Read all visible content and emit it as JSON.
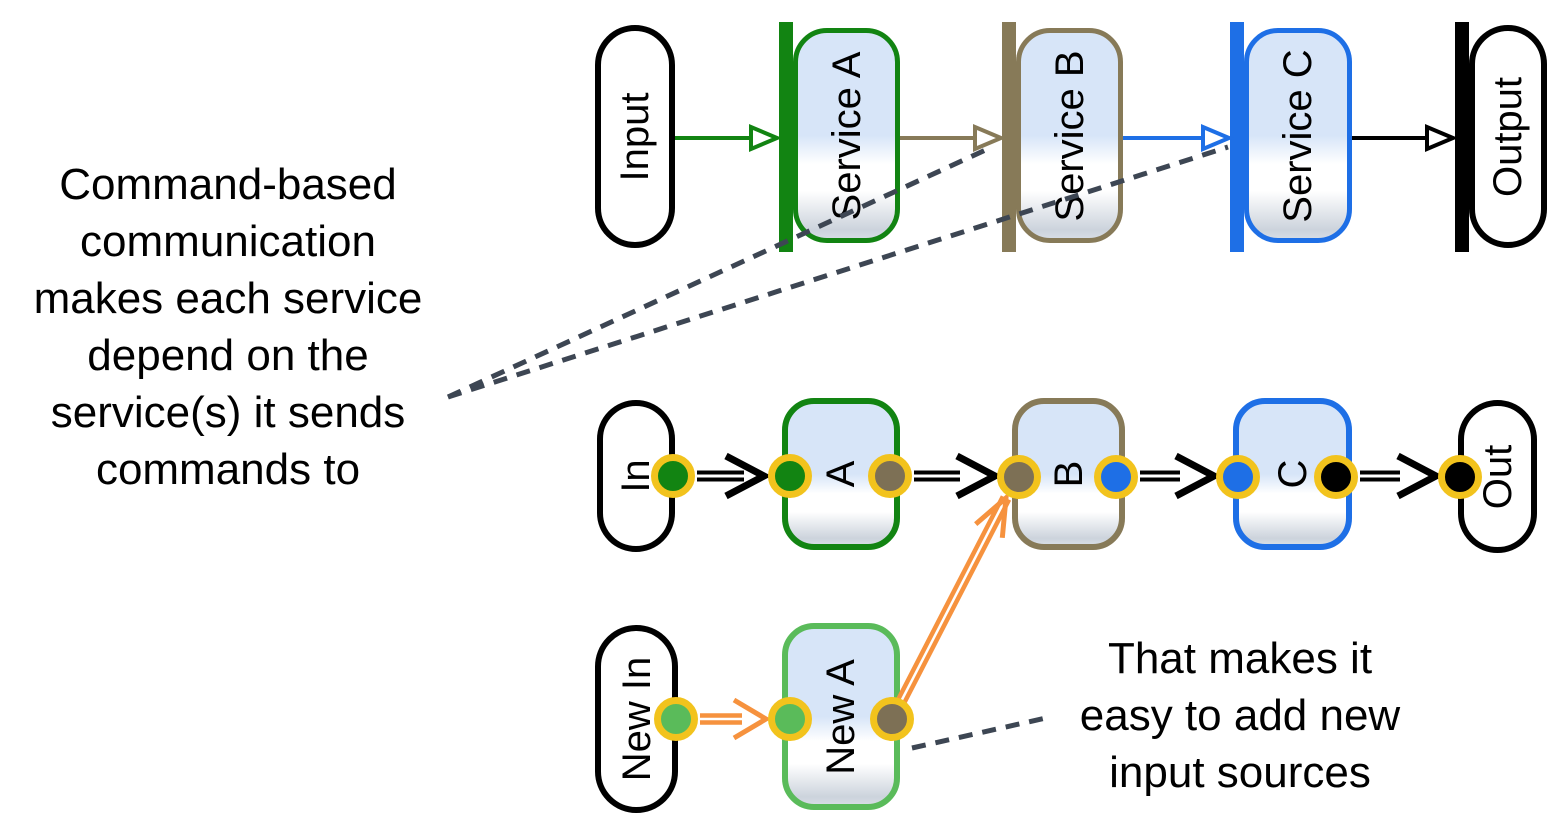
{
  "colors": {
    "green": "#128412",
    "brown": "#877a58",
    "brown_port": "#7d7055",
    "blue": "#1e6fe6",
    "light_green": "#5abb5a",
    "gold": "#f2c31d",
    "orange": "#f6923e",
    "dash_gray": "#3d4653",
    "black": "#000000",
    "grad_top": "#d7e5f8",
    "grad_bottom": "#ccd3dc"
  },
  "notes": {
    "left": "Command-based\ncommunication\nmakes each service\ndepend on the\nservice(s) it sends\ncommands to",
    "right": "That makes it\neasy to add new\ninput sources"
  },
  "command_row": {
    "input_label": "Input",
    "service_a_label": "Service A",
    "service_b_label": "Service B",
    "service_c_label": "Service C",
    "output_label": "Output"
  },
  "port_row": {
    "in_label": "In",
    "a_label": "A",
    "b_label": "B",
    "c_label": "C",
    "out_label": "Out"
  },
  "new_row": {
    "new_in_label": "New In",
    "new_a_label": "New A"
  }
}
